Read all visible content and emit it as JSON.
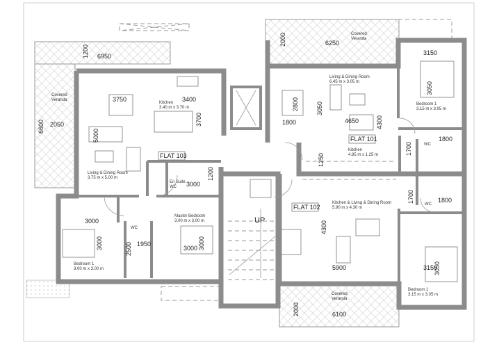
{
  "plan": {
    "flat_103": {
      "name": "FLAT 103",
      "veranda": {
        "line1": "Covered",
        "line2": "Veranda",
        "width": "6950",
        "depth": "1200",
        "length": "6600",
        "inner": "2050"
      },
      "kitchen": {
        "name": "Kitchen",
        "size": "3.40 m x 3.70 m",
        "width": "3400",
        "length": "3700"
      },
      "living": {
        "name": "Living & Dining Room",
        "size": "3.75 m x 5.00 m",
        "width": "3750",
        "length": "5000"
      },
      "ensuite": {
        "line1": "En Suite",
        "line2": "WC",
        "width": "3000",
        "length": "1200"
      },
      "bedroom1": {
        "name": "Bedroom 1",
        "size": "3.00 m x 3.00 m",
        "width": "3000",
        "length": "3000"
      },
      "wc": {
        "name": "WC",
        "width": "1950",
        "length": "2500"
      },
      "master": {
        "name": "Master Bedroom",
        "size": "3.00 m x 3.00 m",
        "width": "3000",
        "length": "3000"
      }
    },
    "flat_101": {
      "name": "FLAT 101",
      "veranda": {
        "line1": "Covered",
        "line2": "Veranda",
        "width": "6250",
        "depth": "2000"
      },
      "living": {
        "name": "Living & Dining Room",
        "size": "6.45 m x 3.05 m",
        "d1": "2800",
        "d2": "3050",
        "d3": "4650",
        "d4": "4300",
        "d5": "1800"
      },
      "kitchen": {
        "name": "Kitchen",
        "size": "4.85 m x 1.25 m",
        "depth": "1250"
      },
      "bedroom1": {
        "name": "Bedroom 1",
        "size": "3.15 m x 3.05 m",
        "width": "3150",
        "length": "3050"
      },
      "wc": {
        "name": "WC",
        "width": "1800",
        "length": "1700"
      }
    },
    "flat_102": {
      "name": "FLAT 102",
      "living": {
        "name": "Kitchen & Living & Dining Room",
        "size": "5.90 m x 4.30 m",
        "width": "5900",
        "length": "4300"
      },
      "wc": {
        "name": "WC",
        "width": "1800",
        "length": "1700"
      },
      "bedroom1": {
        "name": "Bedroom 1",
        "size": "3.15 m x 3.05 m",
        "width": "3150",
        "length": "3050"
      },
      "veranda": {
        "line1": "Covered",
        "line2": "Veranda",
        "width": "6100",
        "depth": "2000"
      }
    },
    "stair": {
      "label": "UP"
    }
  }
}
